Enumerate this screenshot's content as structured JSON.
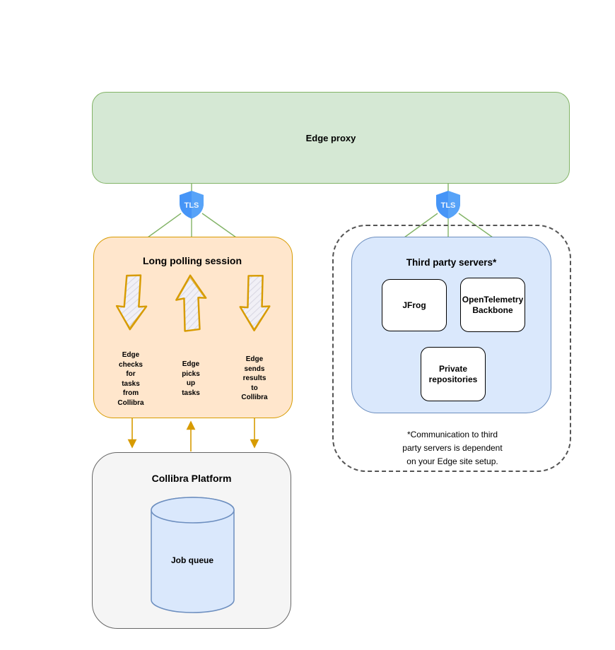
{
  "edge_proxy": {
    "label": "Edge proxy"
  },
  "tls": {
    "left_label": "TLS",
    "right_label": "TLS"
  },
  "long_polling": {
    "title": "Long polling session",
    "flows": [
      {
        "label": "Edge\nchecks\nfor\ntasks\nfrom\nCollibra",
        "direction": "down"
      },
      {
        "label": "Edge\npicks\nup\ntasks",
        "direction": "up"
      },
      {
        "label": "Edge\nsends\nresults\nto\nCollibra",
        "direction": "down"
      }
    ]
  },
  "third_party": {
    "title": "Third party servers*",
    "servers": [
      {
        "label": "JFrog"
      },
      {
        "label": "OpenTelemetry Backbone"
      },
      {
        "label": "Private repositories"
      }
    ],
    "note": "*Communication to third\nparty servers is dependent\non your Edge site setup."
  },
  "platform": {
    "title": "Collibra Platform",
    "job_queue_label": "Job queue"
  },
  "icons": {
    "tls_shield": "shield-badge",
    "flow_down": "block-arrow-down",
    "flow_up": "block-arrow-up",
    "job_queue": "database-cylinder"
  },
  "colors": {
    "green_fill": "#d5e8d4",
    "green_stroke": "#82b366",
    "orange_fill": "#ffe6cc",
    "orange_stroke": "#d79b00",
    "blue_fill": "#dae8fc",
    "blue_stroke": "#6c8ebf",
    "gray_fill": "#f5f5f5",
    "gray_stroke": "#666666",
    "shield_blue": "#4695f7"
  }
}
